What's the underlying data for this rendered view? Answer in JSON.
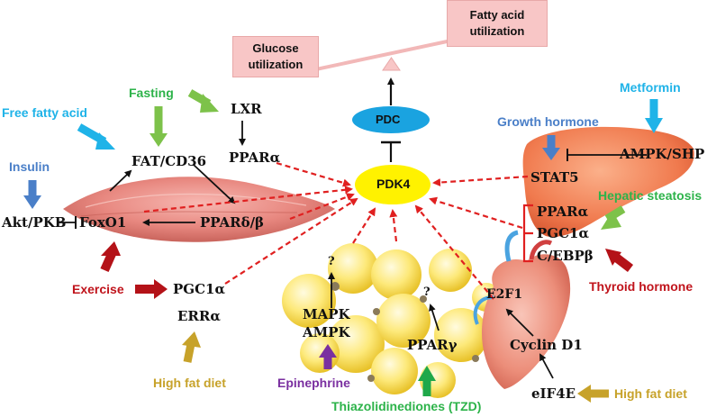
{
  "balance": {
    "glucose": "Glucose\nutilization",
    "fatty_acid": "Fatty acid\nutilization"
  },
  "center": {
    "pdc": "PDC",
    "pdk4": "PDK4"
  },
  "muscle": {
    "fasting": "Fasting",
    "free_fatty_acid": "Free fatty acid",
    "insulin": "Insulin",
    "fat_cd36": "FAT/CD36",
    "lxr": "LXR",
    "ppar_alpha": "PPARα",
    "akt": "Akt/PKB",
    "foxo1": "FoxO1",
    "ppar_delta": "PPARδ/β",
    "exercise": "Exercise",
    "pgc1a": "PGC1α",
    "erra": "ERRα",
    "high_fat_diet": "High fat diet"
  },
  "adipose": {
    "q1": "?",
    "mapk": "MAPK",
    "ampk": "AMPK",
    "q2": "?",
    "ppar_gamma": "PPARγ",
    "epinephrine": "Epinephrine",
    "tzd": "Thiazolidinediones (TZD)"
  },
  "liver": {
    "metformin": "Metformin",
    "growth_hormone": "Growth hormone",
    "ampk_shp": "AMPK/SHP",
    "stat5": "STAT5",
    "hepatic_steatosis": "Hepatic steatosis",
    "ppar_alpha": "PPARα",
    "pgc1a": "PGC1α",
    "cebpb": "C/EBPβ",
    "thyroid_hormone": "Thyroid hormone"
  },
  "heart": {
    "e2f1": "E2F1",
    "cyclin_d1": "Cyclin D1",
    "eif4e": "eIF4E",
    "high_fat_diet": "High fat diet"
  },
  "colors": {
    "green": "#2db34a",
    "blue": "#4a7fc8",
    "cyan": "#1fb3e8",
    "red": "#c0141c",
    "gold": "#c7a22a",
    "purple": "#7a2fa0",
    "pdc_fill": "#1aa3e0",
    "pdk4_fill": "#fff200",
    "inhibit_red": "#e02020"
  }
}
